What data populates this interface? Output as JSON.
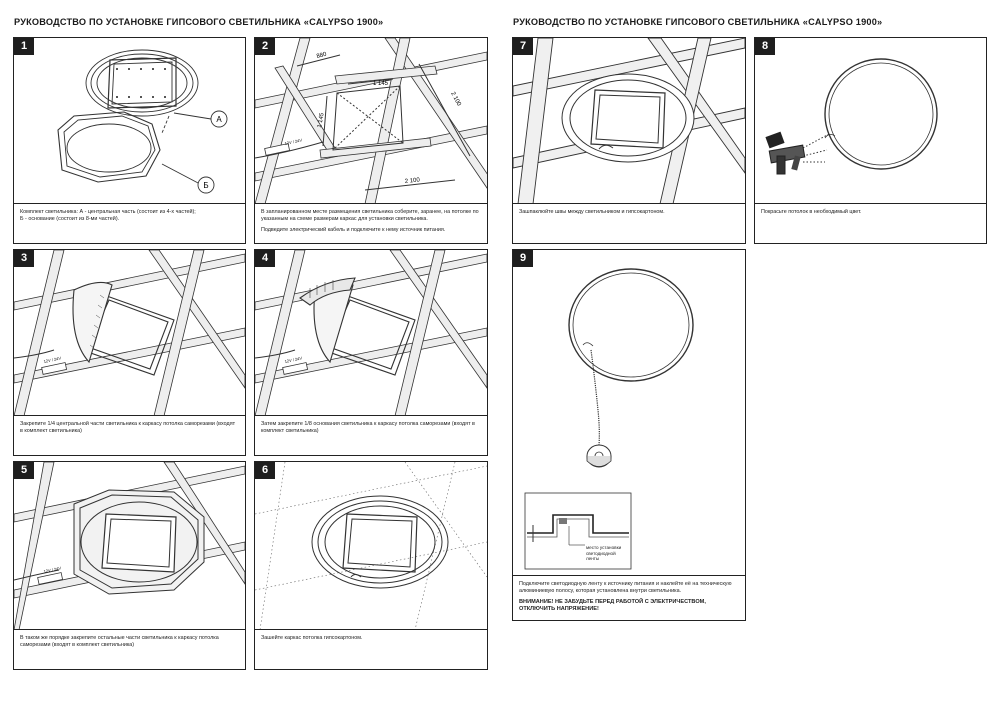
{
  "header": {
    "title_left": "РУКОВОДСТВО ПО УСТАНОВКЕ ГИПСОВОГО СВЕТИЛЬНИКА «CALYPSO 1900»",
    "title_right": "РУКОВОДСТВО ПО УСТАНОВКЕ ГИПСОВОГО СВЕТИЛЬНИКА «CALYPSO 1900»"
  },
  "steps": [
    {
      "num": "1",
      "text": "Комплект светильника: А - центральная часть (состоит из 4-х частей);\nБ - основание (состоит из 8-ми частей).",
      "label_a": "А",
      "label_b": "Б"
    },
    {
      "num": "2",
      "text": "В запланированном месте размещения светильника соберите, заранее, на потолке по указанным на схеме размерам каркас для установки светильника.",
      "text2": "Подведите электрический кабель и подключите к нему источник питания.",
      "dim1": "880",
      "dim2": "1 145",
      "dim3": "1 145",
      "dim4": "2 100",
      "dim5": "2 100",
      "driver": "12V / 24V"
    },
    {
      "num": "3",
      "text": "Закрепите 1/4 центральной части светильника к каркасу потолка саморезами (входят в комплект светильника)",
      "driver": "12V / 24V"
    },
    {
      "num": "4",
      "text": "Затем закрепите 1/8 основания светильника к каркасу потолка саморезами (входят в комплект светильника)",
      "driver": "12V / 24V"
    },
    {
      "num": "5",
      "text": "В таком же порядке закрепите остальные части светильника к каркасу потолка саморезами (входят в комплект светильника)",
      "driver": "12V / 24V"
    },
    {
      "num": "6",
      "text": "Зашейте каркас потолка гипсокартоном."
    },
    {
      "num": "7",
      "text": "Зашпаклюйте швы между светильником и гипсокартоном."
    },
    {
      "num": "8",
      "text": "Покрасьте потолок в необходимый цвет."
    },
    {
      "num": "9",
      "text": "Подключите светодиодную ленту к источнику питания и наклейте её на техническую алюминиевую полосу, которая установлена внутри светильника.",
      "warning": "ВНИМАНИЕ! НЕ ЗАБУДЬТЕ ПЕРЕД РАБОТОЙ С ЭЛЕКТРИЧЕСТВОМ, ОТКЛЮЧИТЬ НАПРЯЖЕНИЕ!",
      "detail_label": "место установки светодиодной ленты"
    }
  ]
}
